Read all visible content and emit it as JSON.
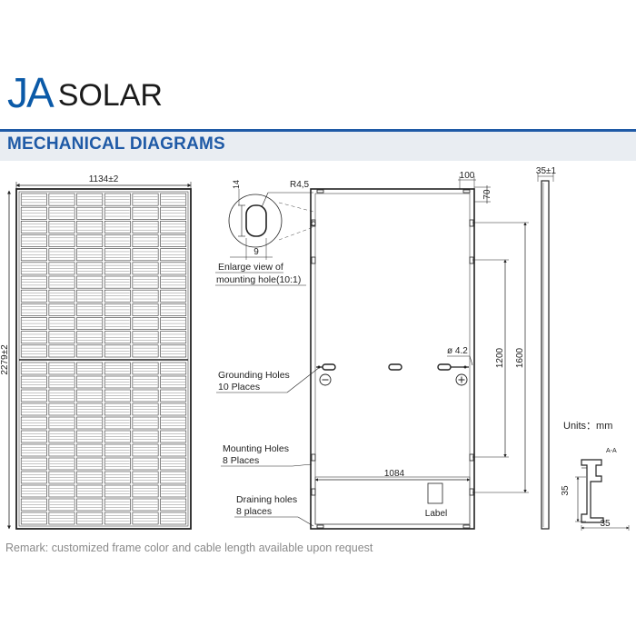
{
  "brand": {
    "mark": "JA",
    "name": "SOLAR",
    "color": "#0b5aa8"
  },
  "section_title": "MECHANICAL DIAGRAMS",
  "accent_color": "#1f5aa6",
  "front_view": {
    "width_label": "1134±2",
    "height_label": "2279±2",
    "cell_columns": 6,
    "cell_rows_per_half": 12
  },
  "hole_detail": {
    "radius_label": "R4,5",
    "height_label": "14",
    "width_label": "9",
    "caption_line1": "Enlarge view of",
    "caption_line2": "mounting hole(10:1)"
  },
  "back_view": {
    "top_dim": "100",
    "side_dim": "70",
    "hole_dim": "ø 4.2",
    "dim_1200": "1200",
    "dim_1600": "1600",
    "dim_1084": "1084",
    "label_box": "Label",
    "minus_symbol": "⊖",
    "plus_symbol": "⊕"
  },
  "callouts": {
    "grounding": [
      "Grounding Holes",
      "10 Places"
    ],
    "mounting": [
      "Mounting Holes",
      "8 Places"
    ],
    "draining": [
      "Draining holes",
      "8 places"
    ]
  },
  "side_view": {
    "thickness_label": "35±1"
  },
  "units_label": "Units：mm",
  "profile": {
    "section_label": "A-A",
    "height_label": "35",
    "width_label": "35"
  },
  "remark": "Remark: customized frame color and cable length available upon request"
}
